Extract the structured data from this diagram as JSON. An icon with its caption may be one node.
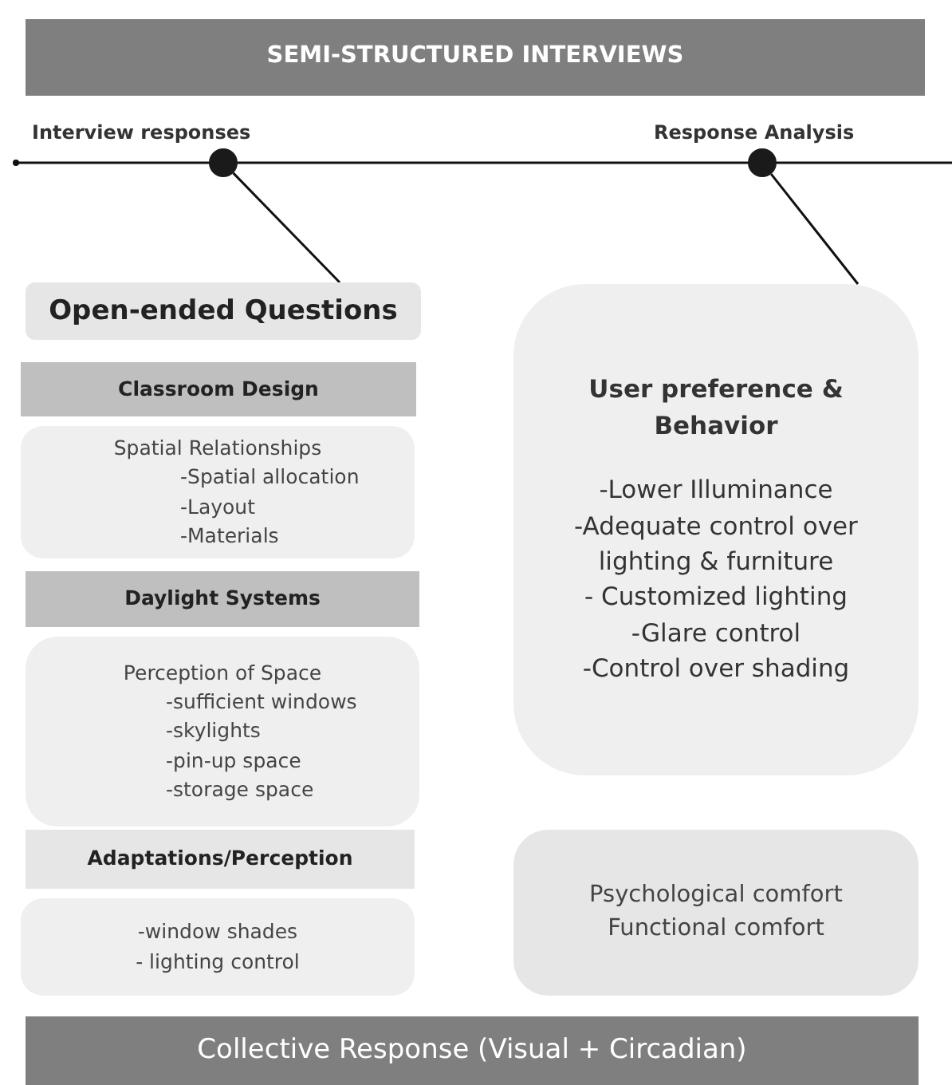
{
  "diagram": {
    "nodes": [
      {
        "text": [
          "SEMI-STRUCTURED INTERVIEWS"
        ]
      },
      {
        "text": [],
        "shape": "circle",
        "beside": [
          "Interview responses"
        ]
      },
      {
        "text": [],
        "shape": "circle",
        "beside": [
          "Response Analysis"
        ]
      },
      {
        "text": [
          "Open-ended Questions"
        ]
      },
      {
        "text": [
          "Classroom Design"
        ]
      },
      {
        "text": [
          "Spatial Relationships",
          "-Spatial allocation",
          "-Layout",
          "-Materials"
        ]
      },
      {
        "text": [
          "Daylight Systems"
        ]
      },
      {
        "text": [
          "Perception of Space",
          "-sufficient windows",
          "-skylights",
          "-pin-up space",
          "-storage space"
        ]
      },
      {
        "text": [
          "Adaptations/Perception"
        ]
      },
      {
        "text": [
          "-window shades",
          "- lighting control"
        ]
      },
      {
        "text": [
          "User preference & Behavior",
          "-Lower Illuminance",
          "-Adequate control over lighting & furniture",
          "- Customized lighting",
          "-Glare control",
          "-Control over shading"
        ]
      },
      {
        "text": [
          "Psychological comfort",
          "Functional comfort"
        ]
      },
      {
        "text": [
          "Collective Response (Visual + Circadian)"
        ]
      }
    ],
    "edges": [
      {
        "from": 1,
        "to": 3,
        "arrow": "none"
      },
      {
        "from": 2,
        "to": 10,
        "arrow": "none"
      }
    ]
  }
}
